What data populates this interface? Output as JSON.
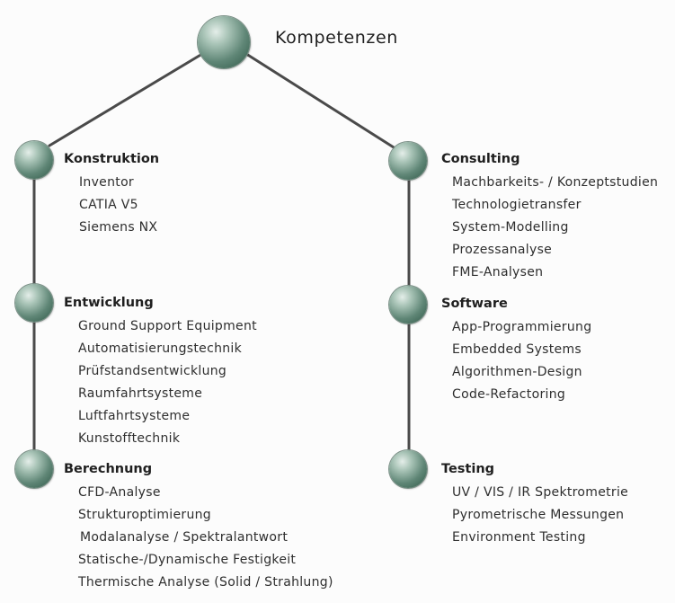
{
  "root": {
    "title": "Kompetenzen"
  },
  "left_branch": [
    {
      "title": "Konstruktion",
      "items": [
        "Inventor",
        "CATIA V5",
        "Siemens NX"
      ]
    },
    {
      "title": "Entwicklung",
      "items": [
        "Ground Support Equipment",
        "Automatisierungstechnik",
        "Prüfstandsentwicklung",
        "Raumfahrtsysteme",
        "Luftfahrtsysteme",
        "Kunstofftechnik"
      ]
    },
    {
      "title": "Berechnung",
      "items": [
        "CFD-Analyse",
        "Strukturoptimierung",
        "Modalanalyse / Spektralantwort",
        "Statische-/Dynamische Festigkeit",
        "Thermische Analyse (Solid / Strahlung)"
      ]
    }
  ],
  "right_branch": [
    {
      "title": "Consulting",
      "items": [
        "Machbarkeits- / Konzeptstudien",
        "Technologietransfer",
        "System-Modelling",
        "Prozessanalyse",
        "FME-Analysen"
      ]
    },
    {
      "title": "Software",
      "items": [
        "App-Programmierung",
        "Embedded Systems",
        "Algorithmen-Design",
        "Code-Refactoring"
      ]
    },
    {
      "title": "Testing",
      "items": [
        "UV / VIS / IR Spektrometrie",
        "Pyrometrische Messungen",
        "Environment Testing"
      ]
    }
  ]
}
